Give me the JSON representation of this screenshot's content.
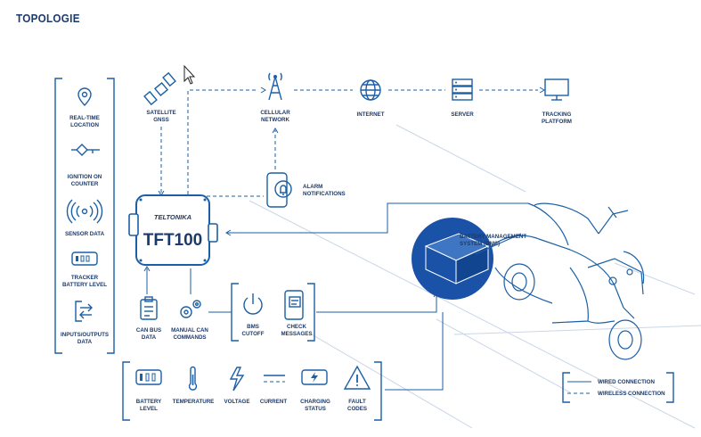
{
  "page": {
    "title": "TOPOLOGIE"
  },
  "sensors": {
    "real_time_location": [
      "REAL-TIME",
      "LOCATION"
    ],
    "ignition": [
      "IGNITION ON",
      "COUNTER"
    ],
    "sensor_data": [
      "SENSOR DATA"
    ],
    "tracker_battery": [
      "TRACKER",
      "BATTERY LEVEL"
    ],
    "io_data": [
      "INPUTS/OUTPUTS",
      "DATA"
    ]
  },
  "network": {
    "satellite": [
      "SATELLITE",
      "GNSS"
    ],
    "cellular": [
      "CELLULAR",
      "NETWORK"
    ],
    "internet": [
      "INTERNET"
    ],
    "server": [
      "SERVER"
    ],
    "platform": [
      "TRACKING",
      "PLATFORM"
    ],
    "alarm": [
      "ALARM",
      "NOTIFICATIONS"
    ]
  },
  "device": {
    "brand": "TELTONIKA",
    "model": "TFT100"
  },
  "commands": {
    "can_bus": [
      "CAN BUS",
      "DATA"
    ],
    "manual_can": [
      "MANUAL CAN",
      "COMMANDS"
    ],
    "bms_cutoff": [
      "BMS",
      "CUTOFF"
    ],
    "check_messages": [
      "CHECK",
      "MESSAGES"
    ]
  },
  "bms": [
    "BATTERY MANAGEMENT",
    "SYSTEM (BMS)"
  ],
  "metrics": {
    "battery_level": [
      "BATTERY",
      "LEVEL"
    ],
    "temperature": [
      "TEMPERATURE"
    ],
    "voltage": [
      "VOLTAGE"
    ],
    "current": [
      "CURRENT"
    ],
    "charging": [
      "CHARGING",
      "STATUS"
    ],
    "fault": [
      "FAULT",
      "CODES"
    ]
  },
  "legend": {
    "wired": "WIRED CONNECTION",
    "wireless": "WIRELESS CONNECTION"
  },
  "colors": {
    "primary": "#1b5fa6",
    "text": "#1b3a6b",
    "bms_fill": "#1a52a8"
  }
}
